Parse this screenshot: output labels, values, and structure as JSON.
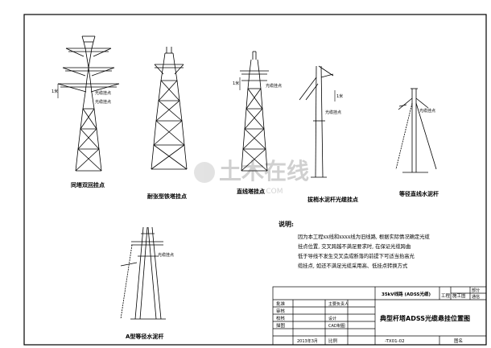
{
  "drawing": {
    "captions": {
      "tower1": "同塔双回挂点",
      "tower2": "耐张型铁塔挂点",
      "tower3": "直线塔挂点",
      "pole1": "拔梢水泥杆光缆挂点",
      "pole2": "等径直线水泥杆",
      "pole3": "A型等径水泥杆"
    },
    "dim_label": "1米",
    "point_label": "光缆挂点",
    "watermark_main": "土木在线",
    "watermark_sub": "COI88.COM"
  },
  "notes": {
    "heading": "说明:",
    "lines": [
      "因为本工程xx线和xxxx线为旧线路, 根据实际情况确定光缆",
      "挂点位置, 交叉跨越不满足要求时, 在保证光缆跨曲",
      "低于导线不发生交叉造成断落的前提下可适当抬高光",
      "缆挂点, 如还不满足光缆采用高、低挂点转换方式"
    ]
  },
  "title_block": {
    "project": "35kV线路 (ADSS光缆)",
    "stage_label": "工程",
    "stage_value": "施工图",
    "part_label": "部分",
    "part_value": "通信",
    "drawing_title": "典型杆塔ADSS光缆悬挂位置图",
    "drawing_no": "-TX01-02",
    "scale_label": "图名",
    "rows": [
      {
        "label": "批准",
        "value": "主要负责人"
      },
      {
        "label": "审核",
        "value": ""
      },
      {
        "label": "校核",
        "value": "设计"
      },
      {
        "label": "描图",
        "value": "CAD制图"
      }
    ],
    "date": "2013年3月",
    "date_label": "比例"
  }
}
